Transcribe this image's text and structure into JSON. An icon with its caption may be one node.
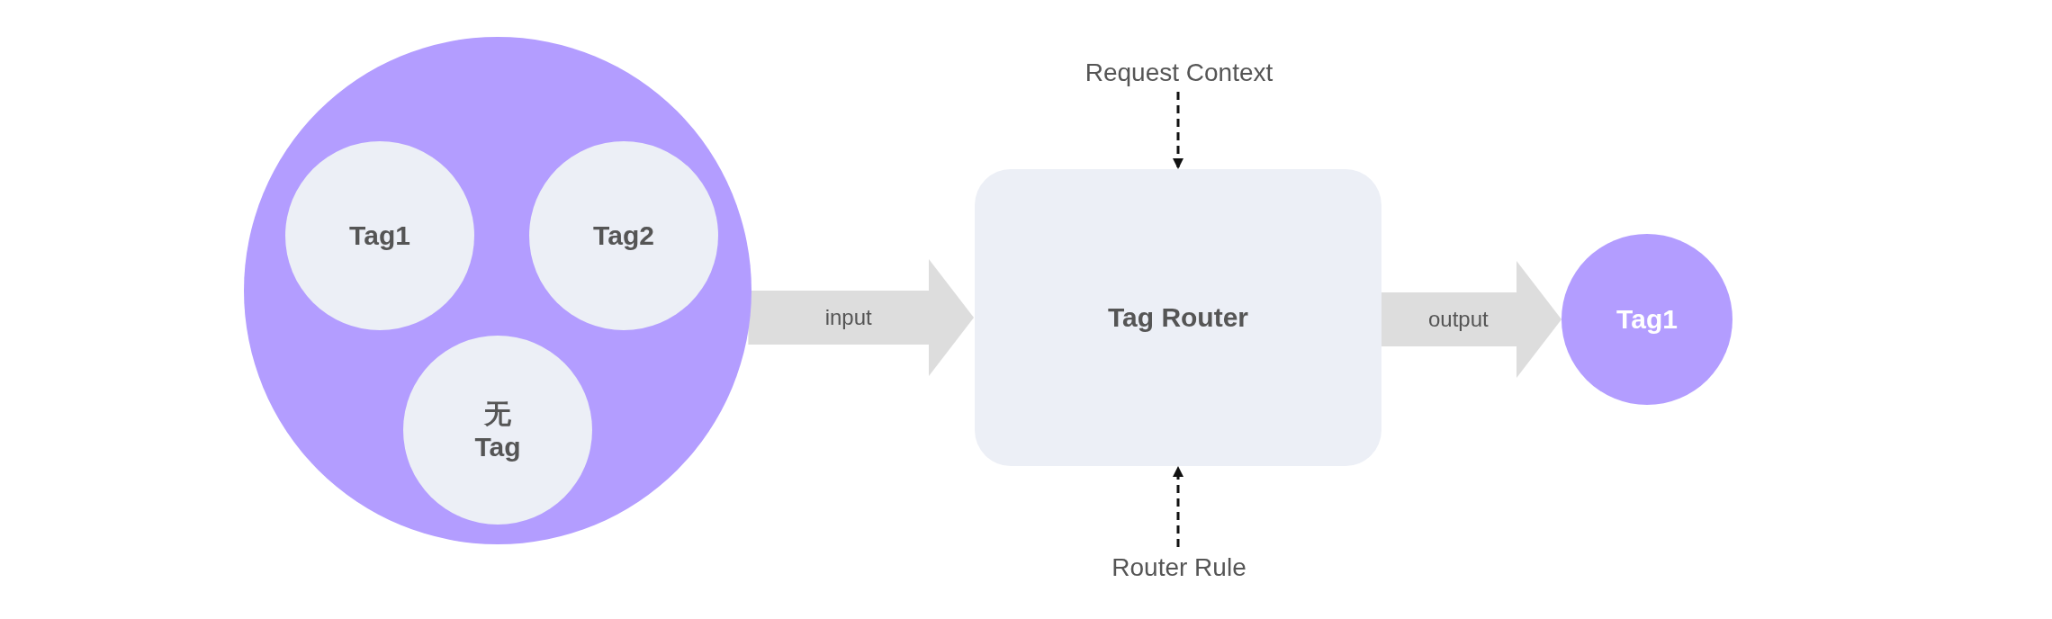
{
  "diagram": {
    "nodes": [
      {
        "text": [],
        "shape": "circle"
      },
      {
        "text": [
          "Tag1"
        ],
        "in": 0
      },
      {
        "text": [
          "Tag2"
        ],
        "in": 0
      },
      {
        "text": [
          "无",
          "Tag"
        ],
        "in": 0
      },
      {
        "text": [
          "Tag Router"
        ]
      },
      {
        "text": [
          "Request Context"
        ]
      },
      {
        "text": [
          "Router Rule"
        ]
      },
      {
        "text": [
          "Tag1"
        ]
      }
    ],
    "edges": [
      {
        "from": 0,
        "to": 4,
        "arrow": "to",
        "label": "input",
        "style": "thick",
        "color": "#dddddd"
      },
      {
        "from": 5,
        "to": 4,
        "arrow": "to",
        "style": "dashed",
        "color": "#111111"
      },
      {
        "from": 6,
        "to": 4,
        "arrow": "to",
        "style": "dashed",
        "color": "#111111"
      },
      {
        "from": 4,
        "to": 7,
        "arrow": "to",
        "label": "output",
        "style": "thick",
        "color": "#dddddd"
      }
    ]
  }
}
